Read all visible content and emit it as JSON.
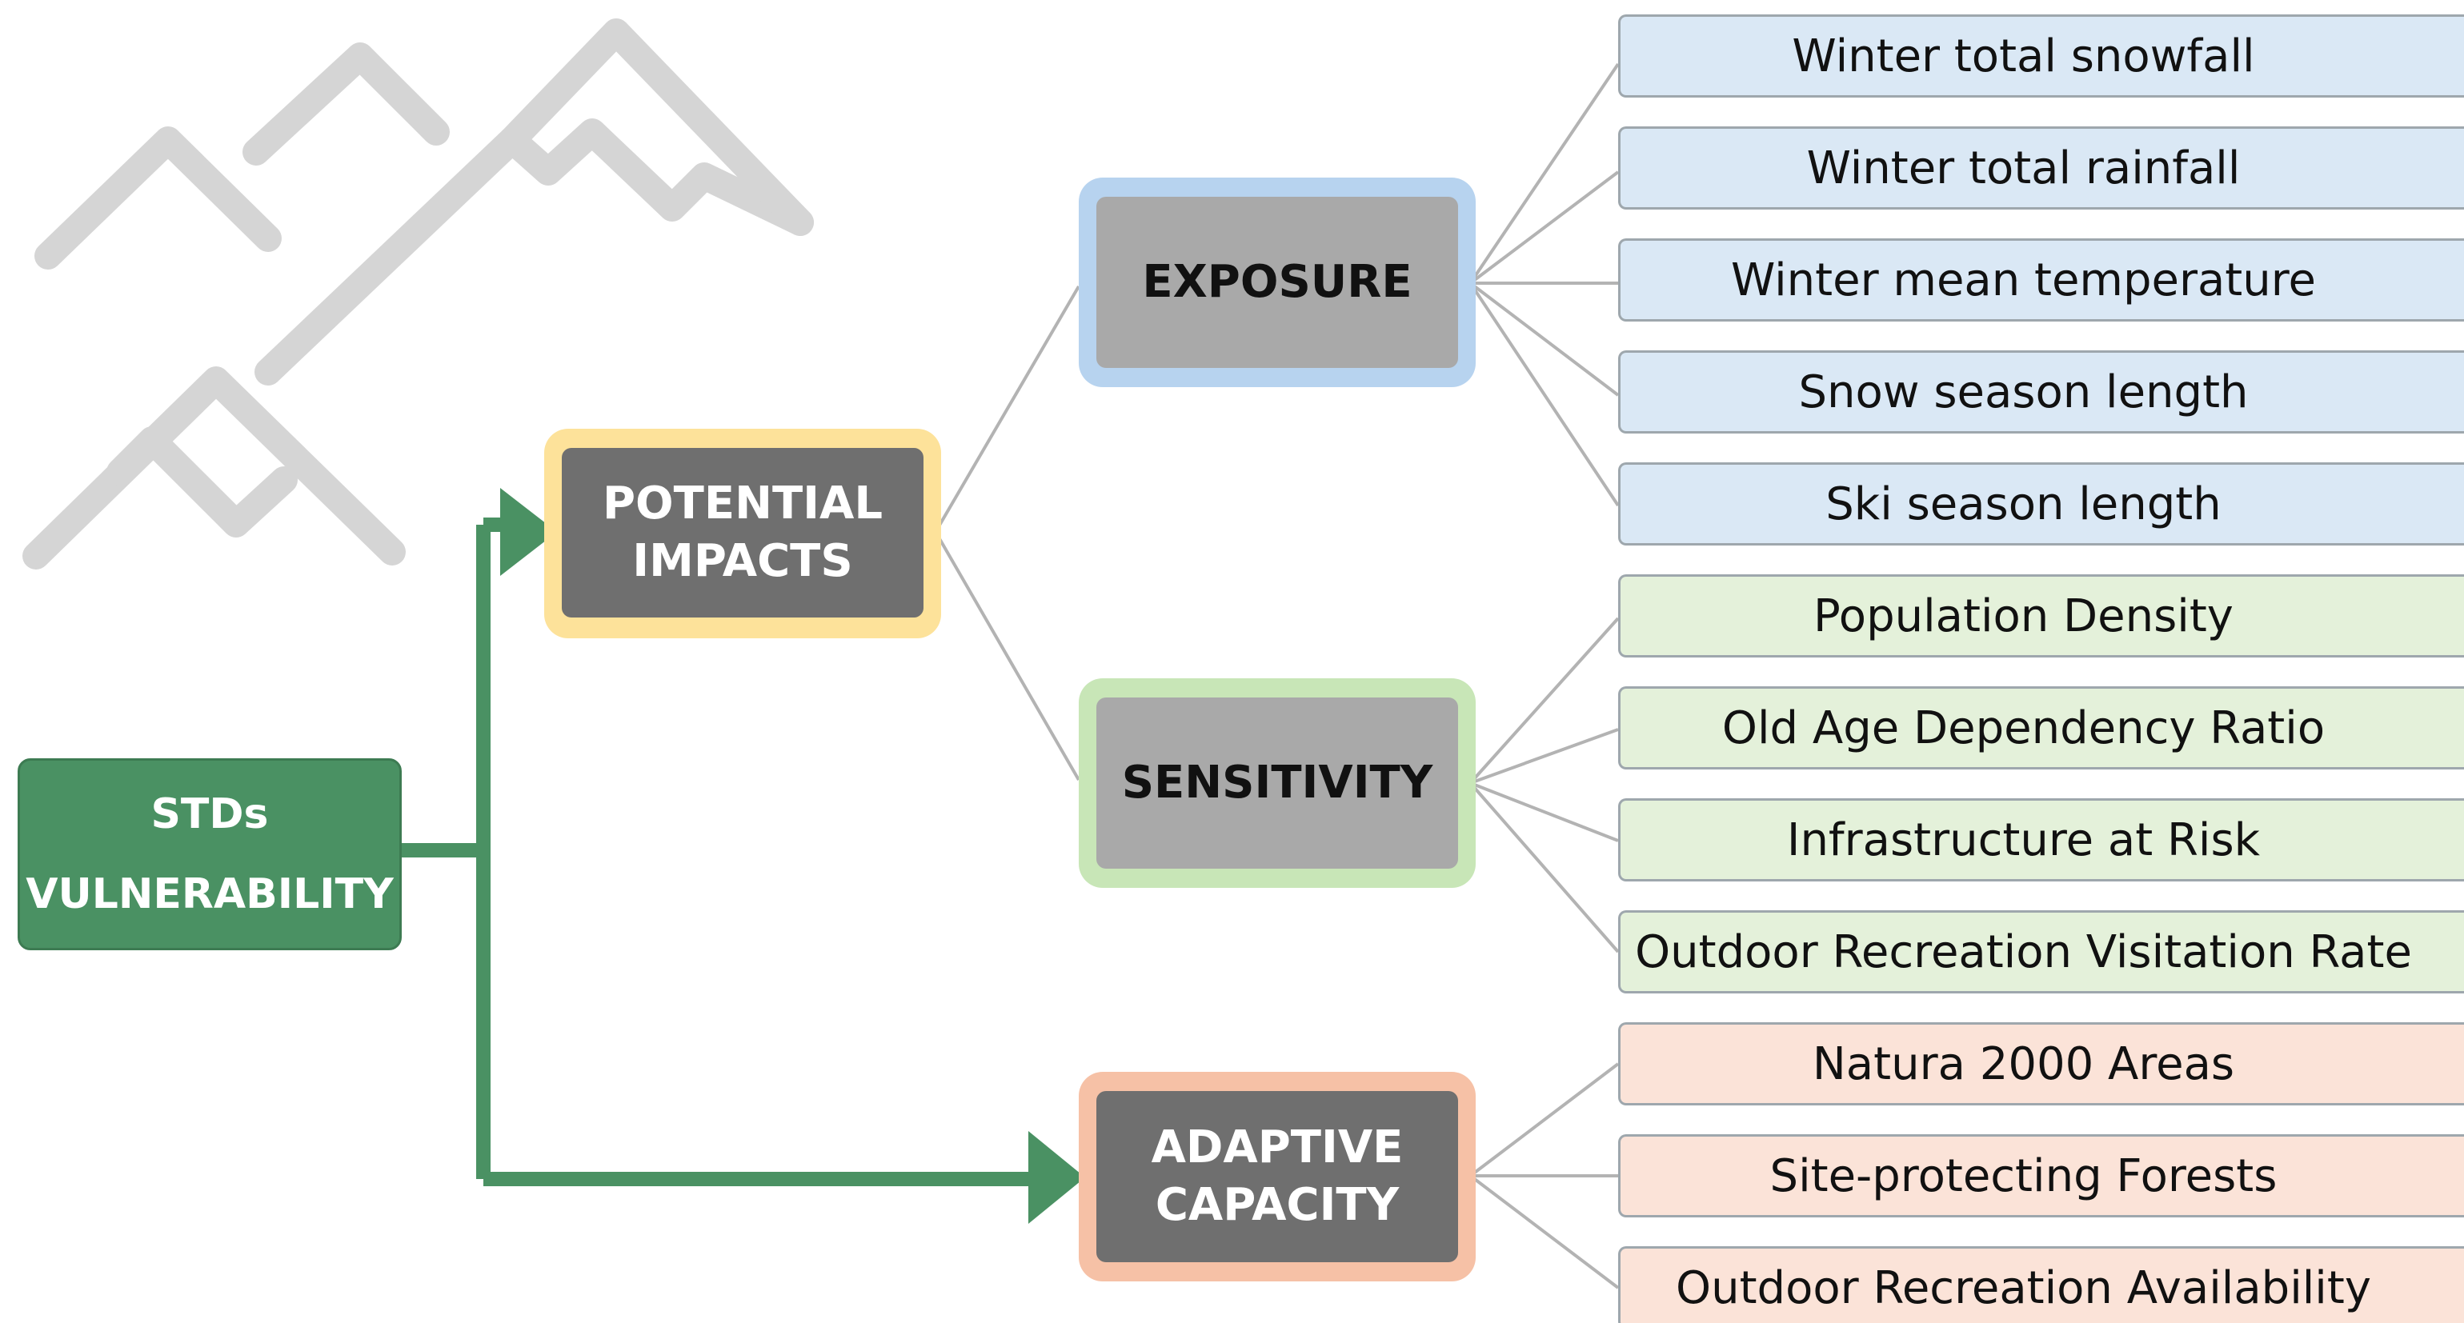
{
  "root": {
    "line1": "STDs",
    "line2": "VULNERABILITY"
  },
  "potential_impacts": {
    "line1": "POTENTIAL",
    "line2": "IMPACTS"
  },
  "exposure": {
    "label": "EXPOSURE"
  },
  "sensitivity": {
    "label": "SENSITIVITY"
  },
  "adaptive_capacity": {
    "line1": "ADAPTIVE",
    "line2": "CAPACITY"
  },
  "exposure_items": [
    "Winter total snowfall",
    "Winter total rainfall",
    "Winter mean temperature",
    "Snow season length",
    "Ski season length"
  ],
  "sensitivity_items": [
    "Population Density",
    "Old Age Dependency Ratio",
    "Infrastructure at Risk",
    "Outdoor Recreation Visitation Rate"
  ],
  "adaptive_items": [
    "Natura 2000 Areas",
    "Site-protecting Forests",
    "Outdoor Recreation Availability"
  ],
  "colors": {
    "green": "#4a9163",
    "exposure_frame": "#b7d3ef",
    "sensitivity_frame": "#c8e6b7",
    "impacts_frame": "#fde29a",
    "adaptive_frame": "#f6c1a6",
    "exposure_leaf": "#dae8f5",
    "sensitivity_leaf": "#e4f1da",
    "adaptive_leaf": "#fbe3d8"
  },
  "icons": [
    "mountains-logo-icon"
  ]
}
